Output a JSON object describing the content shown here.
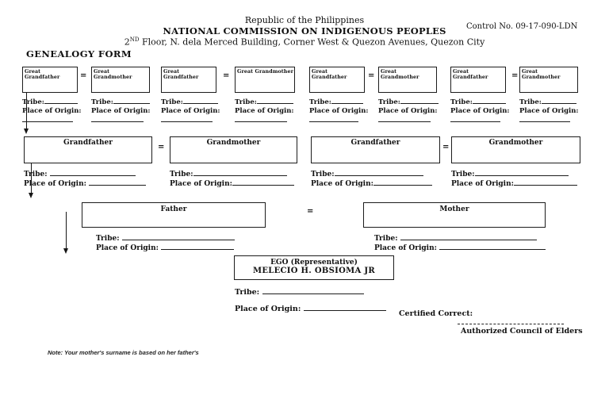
{
  "header": {
    "line1": "Republic of the Philippines",
    "line2": "NATIONAL COMMISSION ON INDIGENOUS PEOPLES",
    "line3_pre": "2",
    "line3_sup": "ND",
    "line3_rest": " Floor, N. dela Merced Building, Corner West & Quezon Avenues, Quezon City",
    "control_no": "Control No. 09-17-090-LDN"
  },
  "form_title": "GENEALOGY FORM",
  "labels": {
    "tribe": "Tribe:",
    "place_of_origin": "Place of Origin:",
    "equals": "="
  },
  "generation1": {
    "units": [
      {
        "relation": "Great Grandfather"
      },
      {
        "relation": "Great Grandmother"
      },
      {
        "relation": "Great Grandfather"
      },
      {
        "relation": "Great Grandmother"
      },
      {
        "relation": "Great Grandfather"
      },
      {
        "relation": "Great Grandmother"
      },
      {
        "relation": "Great Grandfather"
      },
      {
        "relation": "Great Grandmother"
      }
    ]
  },
  "generation2": {
    "units": [
      {
        "relation": "Grandfather"
      },
      {
        "relation": "Grandmother"
      },
      {
        "relation": "Grandfather"
      },
      {
        "relation": "Grandmother"
      }
    ]
  },
  "generation3": {
    "units": [
      {
        "relation": "Father"
      },
      {
        "relation": "Mother"
      }
    ]
  },
  "ego": {
    "title": "EGO (Representative)",
    "name": "MELECIO H. OBSIOMA JR"
  },
  "certification": {
    "certified_correct": "Certified Correct:",
    "signatory": "Authorized Council of Elders"
  },
  "note": "Note: Your mother's surname is based on her father's"
}
